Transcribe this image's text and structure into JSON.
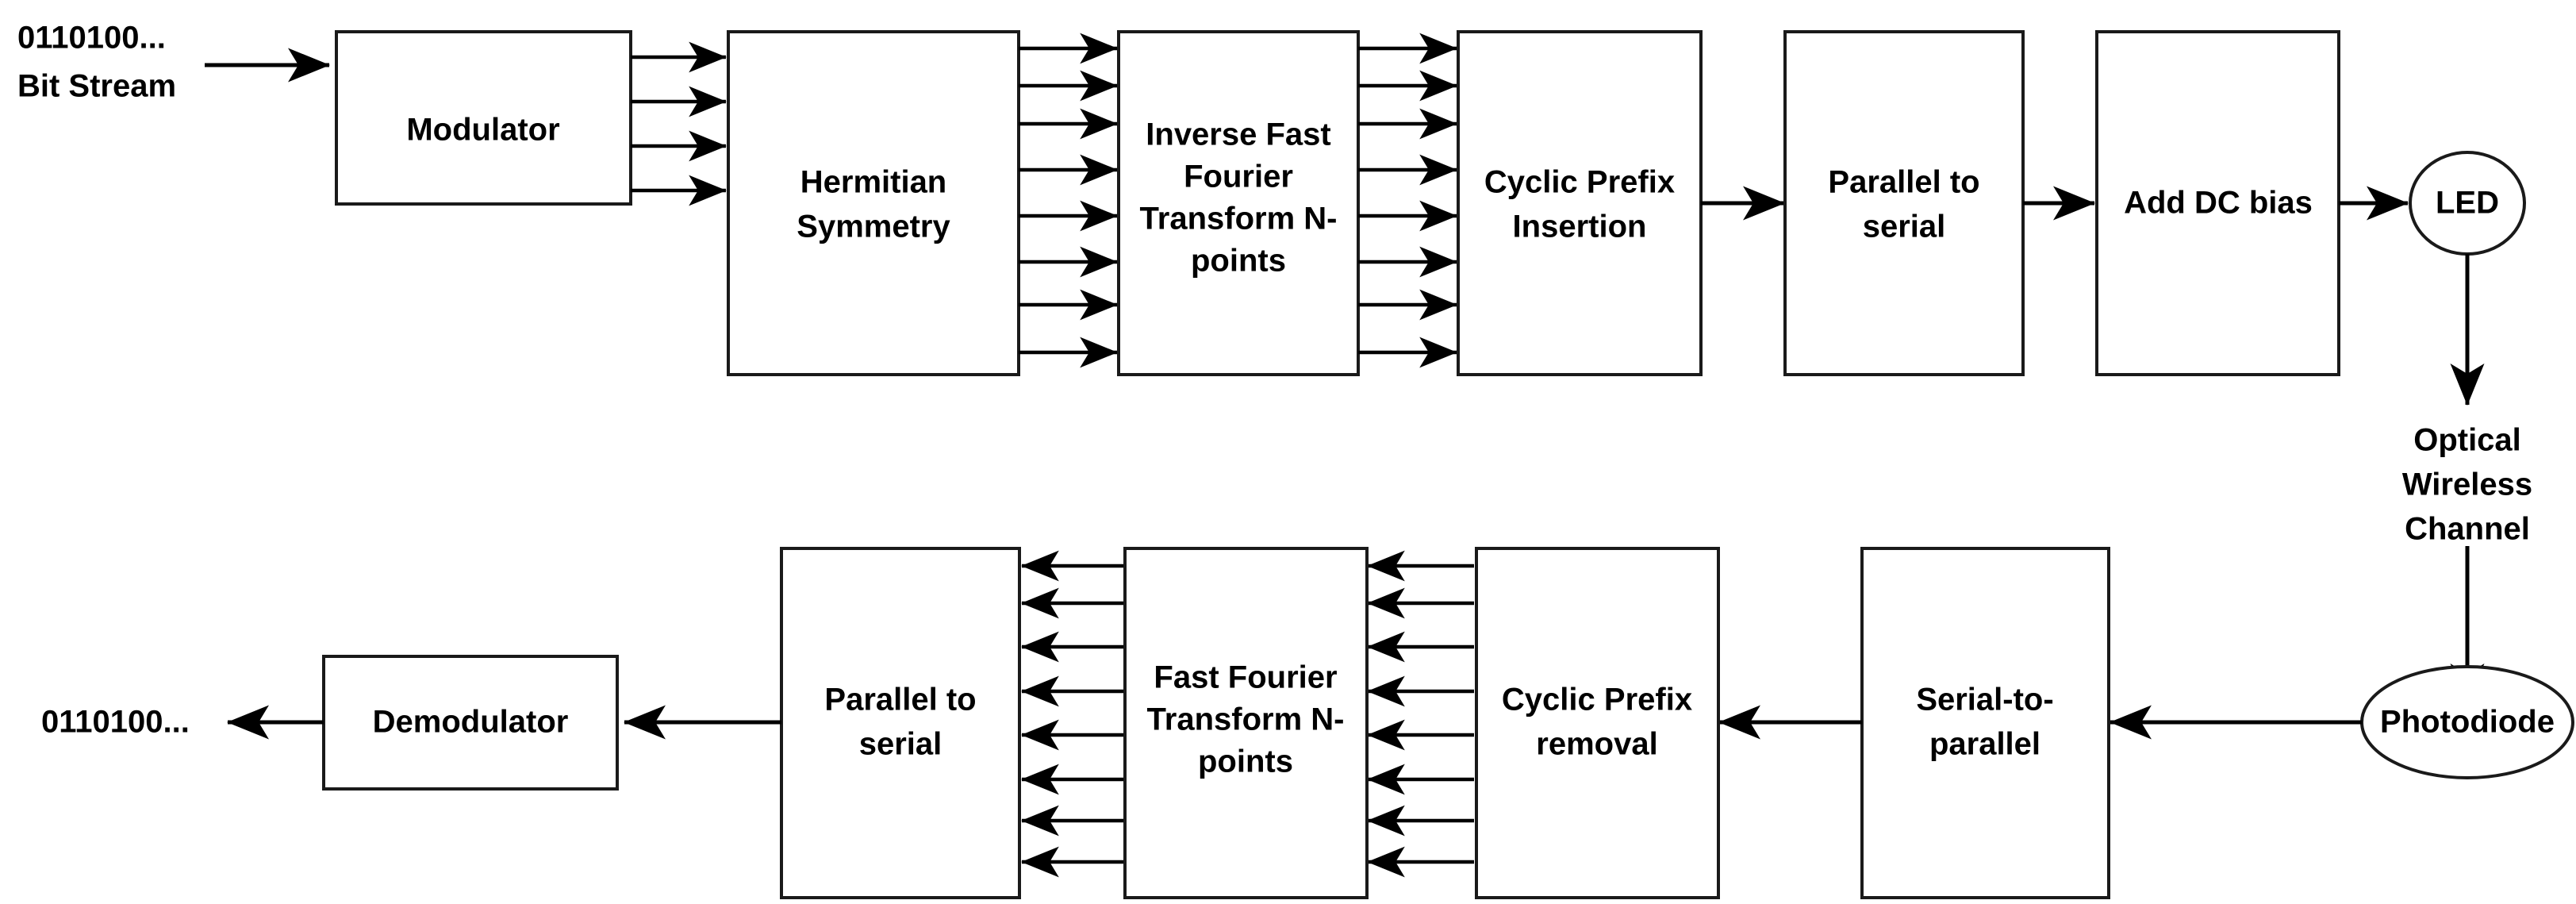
{
  "diagram": {
    "title": "DCO-OFDM optical wireless communication block diagram",
    "colors": {
      "background": "#ffffff",
      "stroke": "#1a1a1a",
      "arrow": "#000000",
      "text": "#000000"
    },
    "transmitter_chain": {
      "input_label_line1": "0110100...",
      "input_label_line2": "Bit Stream",
      "blocks": [
        {
          "id": "modulator",
          "label_lines": [
            "Modulator"
          ]
        },
        {
          "id": "hermitian-symmetry",
          "label_lines": [
            "Hermitian",
            "Symmetry"
          ]
        },
        {
          "id": "ifft",
          "label_lines": [
            "Inverse Fast",
            "Fourier",
            "Transform N-",
            "points"
          ]
        },
        {
          "id": "cyclic-prefix-insertion",
          "label_lines": [
            "Cyclic Prefix",
            "Insertion"
          ]
        },
        {
          "id": "parallel-to-serial-tx",
          "label_lines": [
            "Parallel to",
            "serial"
          ]
        },
        {
          "id": "add-dc-bias",
          "label_lines": [
            "Add DC bias"
          ]
        },
        {
          "id": "led",
          "label_lines": [
            "LED"
          ]
        }
      ],
      "bus_counts": {
        "modulator_to_hermitian": 4,
        "hermitian_to_ifft": 8,
        "ifft_to_cyclic_prefix": 8
      }
    },
    "channel": {
      "label_lines": [
        "Optical",
        "Wireless",
        "Channel"
      ]
    },
    "receiver_chain": {
      "output_label": "0110100...",
      "blocks": [
        {
          "id": "photodiode",
          "label_lines": [
            "Photodiode"
          ]
        },
        {
          "id": "serial-to-parallel",
          "label_lines": [
            "Serial-to-",
            "parallel"
          ]
        },
        {
          "id": "cyclic-prefix-removal",
          "label_lines": [
            "Cyclic Prefix",
            "removal"
          ]
        },
        {
          "id": "fft",
          "label_lines": [
            "Fast Fourier",
            "Transform N-",
            "points"
          ]
        },
        {
          "id": "parallel-to-serial-rx",
          "label_lines": [
            "Parallel to",
            "serial"
          ]
        },
        {
          "id": "demodulator",
          "label_lines": [
            "Demodulator"
          ]
        }
      ],
      "bus_counts": {
        "cyclic_removal_to_fft": 8,
        "fft_to_parallel_to_serial": 8
      }
    }
  }
}
